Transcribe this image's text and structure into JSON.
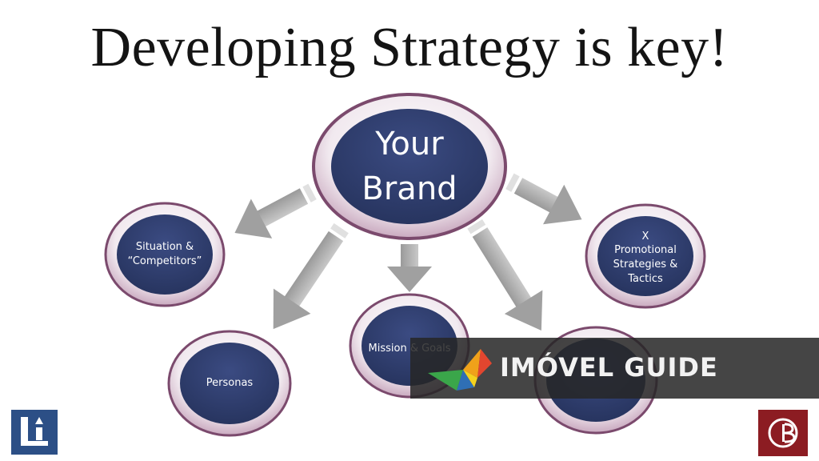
{
  "title": "Developing Strategy is key!",
  "nodes": {
    "brand": {
      "line1": "Your",
      "line2": "Brand"
    },
    "situation": {
      "line1": "Situation &",
      "line2": "“Competitors”"
    },
    "personas": {
      "label": "Personas"
    },
    "mission": {
      "label": "Mission & Goals"
    },
    "promotional": {
      "line1": "X",
      "line2": "Promotional",
      "line3": "Strategies &",
      "line4": "Tactics"
    }
  },
  "watermark": {
    "text": "IMÓVEL GUIDE"
  },
  "colors": {
    "node_fill": "#2e3d6e",
    "node_ring": "#8a4f78",
    "arrow": "#a9a9a9",
    "watermark_bg": "#262626"
  },
  "icons": {
    "left_logo": "li-logo-icon",
    "right_logo": "gb-logo-icon",
    "watermark_logo": "colorful-bird-icon"
  }
}
